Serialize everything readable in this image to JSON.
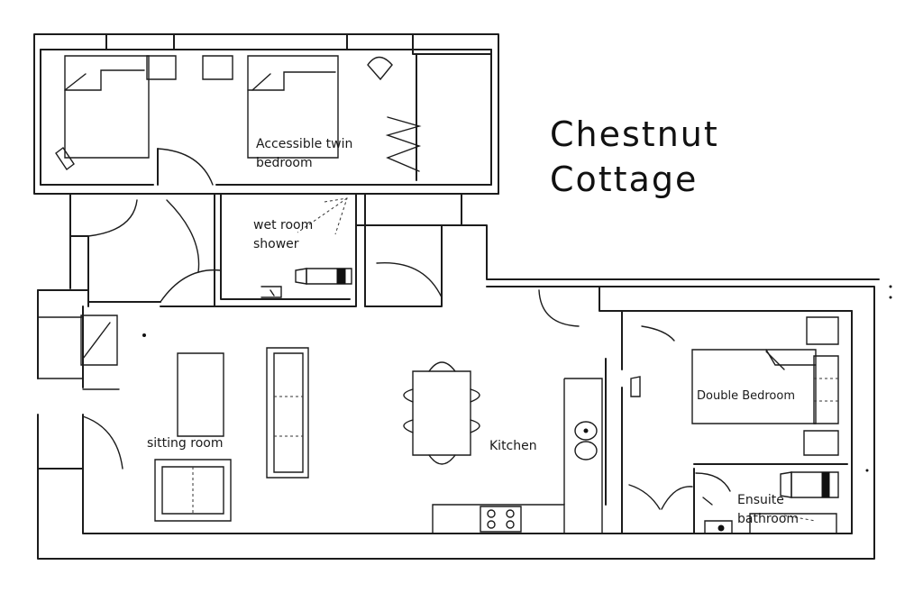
{
  "title": {
    "line1": "Chestnut",
    "line2": "Cottage"
  },
  "rooms": {
    "twin_bedroom": {
      "line1": "Accessible twin",
      "line2": "bedroom"
    },
    "wet_room": {
      "line1": "wet room",
      "line2": "shower"
    },
    "sitting_room": "sitting room",
    "kitchen": "Kitchen",
    "double_bedroom": "Double Bedroom",
    "ensuite": {
      "line1": "Ensuite",
      "line2": "bathroom"
    }
  },
  "colors": {
    "ink": "#1c1c1c",
    "paper": "#ffffff"
  }
}
